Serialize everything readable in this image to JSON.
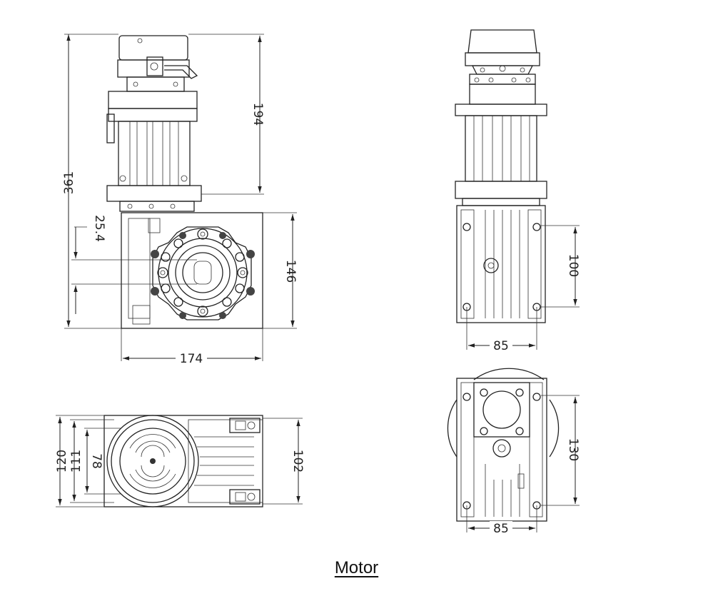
{
  "caption": "Motor",
  "dimensions": {
    "front_overall_height": "361",
    "front_motor_height": "194",
    "front_shaft_offset": "25.4",
    "front_gearbox_height": "146",
    "front_width": "174",
    "side_bolt_spacing": "100",
    "side_width": "85",
    "top_height_outer": "120",
    "top_height_mid": "111",
    "top_motor_dia": "78",
    "top_right_height": "102",
    "rear_bolt_spacing": "130",
    "rear_width": "85"
  }
}
